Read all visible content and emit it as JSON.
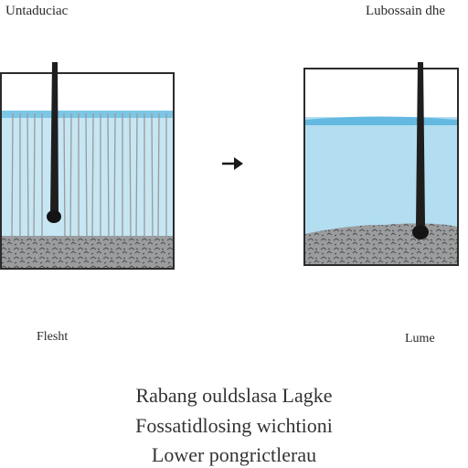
{
  "diagram": {
    "left_title": "Untaduciac",
    "right_title": "Lubossain dhe",
    "left_caption": "Flesht",
    "right_caption": "Lume",
    "bottom_lines": [
      "Rabang ouldslasa Lagke",
      "Fossatidlosing wichtioni",
      "Lower pongrictlerau"
    ],
    "arrow_icon": "right-arrow-icon",
    "colors": {
      "water": "#a8d8ee",
      "water_surface": "#5bb8e0",
      "sediment": "#8a8d8f",
      "rod": "#1e1e1e",
      "tank_outline": "#2b2b2b"
    }
  }
}
